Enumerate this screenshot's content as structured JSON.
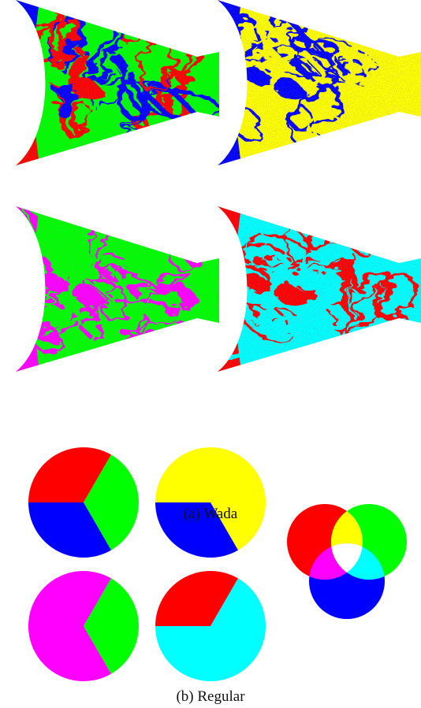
{
  "captions": {
    "a": "(a) Wada",
    "b": "(b) Regular"
  },
  "colors": {
    "red": "#ff0000",
    "green": "#00ff00",
    "blue": "#0000ff",
    "yellow": "#ffff00",
    "magenta": "#ff00ff",
    "cyan": "#00ffff",
    "white": "#ffffff"
  },
  "wada_panels": [
    {
      "name": "rgb",
      "base": "green",
      "fractal_colors": [
        "red",
        "blue",
        "green"
      ]
    },
    {
      "name": "blue-yellow",
      "base": "yellow",
      "fractal_colors": [
        "blue",
        "yellow"
      ]
    },
    {
      "name": "green-magenta",
      "base": "green",
      "fractal_colors": [
        "magenta",
        "green"
      ]
    },
    {
      "name": "red-cyan",
      "base": "cyan",
      "fractal_colors": [
        "red",
        "cyan"
      ]
    }
  ],
  "regular_panels": [
    {
      "name": "rgb-circle",
      "segments": [
        "red",
        "green",
        "blue"
      ]
    },
    {
      "name": "blue-yellow-circle",
      "segments": [
        "yellow",
        "blue"
      ]
    },
    {
      "name": "magenta-green-circle",
      "segments": [
        "magenta",
        "green"
      ]
    },
    {
      "name": "red-cyan-circle",
      "segments": [
        "red",
        "cyan"
      ]
    },
    {
      "name": "venn-diagram",
      "segments": [
        "red",
        "green",
        "blue",
        "yellow",
        "magenta",
        "cyan",
        "white"
      ]
    }
  ]
}
